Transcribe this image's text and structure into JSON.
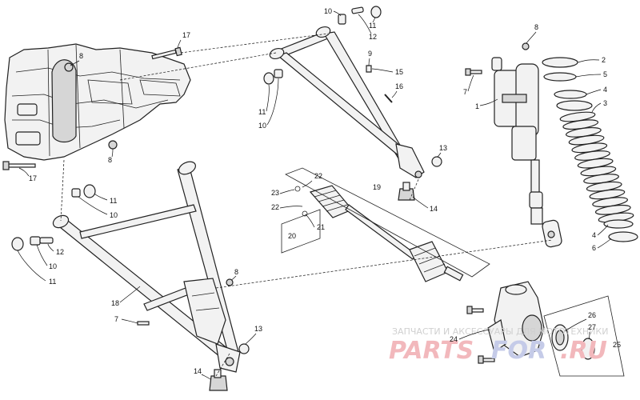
{
  "callouts": [
    "1",
    "2",
    "3",
    "4",
    "4",
    "5",
    "6",
    "7",
    "7",
    "8",
    "8",
    "8",
    "8",
    "9",
    "10",
    "10",
    "10",
    "10",
    "11",
    "11",
    "11",
    "11",
    "12",
    "12",
    "13",
    "13",
    "14",
    "14",
    "15",
    "16",
    "17",
    "17",
    "18",
    "19",
    "20",
    "21",
    "22",
    "22",
    "23",
    "24",
    "25",
    "26",
    "27"
  ],
  "watermark": {
    "tagline": "ЗАПЧАСТИ И АКСЕССУАРЫ ДЛЯ МОТОТЕХНИКИ",
    "brand_part1": "PARTS",
    "brand_part2": "FOR",
    "brand_part3": ".RU"
  }
}
